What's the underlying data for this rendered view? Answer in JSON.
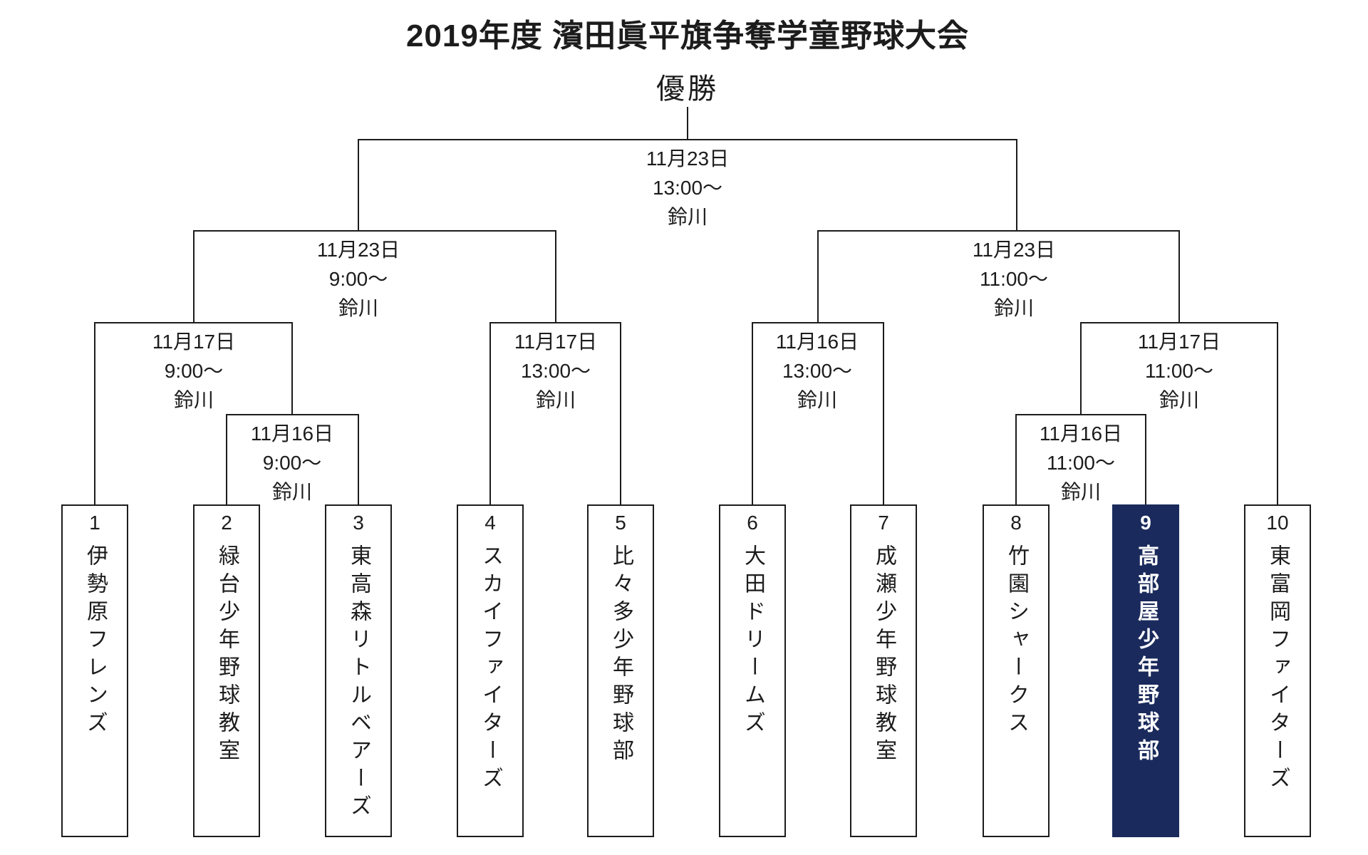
{
  "title": "2019年度 濱田眞平旗争奪学童野球大会",
  "champion_label": "優勝",
  "highlight_color": "#1a2a5c",
  "line_color": "#1c1c1c",
  "venue_common": "鈴川",
  "matches": {
    "final": {
      "date": "11月23日",
      "time": "13:00〜",
      "venue": "鈴川"
    },
    "sf_left": {
      "date": "11月23日",
      "time": "9:00〜",
      "venue": "鈴川"
    },
    "sf_right": {
      "date": "11月23日",
      "time": "11:00〜",
      "venue": "鈴川"
    },
    "qf_left": {
      "date": "11月17日",
      "time": "9:00〜",
      "venue": "鈴川"
    },
    "m45": {
      "date": "11月17日",
      "time": "13:00〜",
      "venue": "鈴川"
    },
    "m67": {
      "date": "11月16日",
      "time": "13:00〜",
      "venue": "鈴川"
    },
    "qf_right": {
      "date": "11月17日",
      "time": "11:00〜",
      "venue": "鈴川"
    },
    "m23": {
      "date": "11月16日",
      "time": "9:00〜",
      "venue": "鈴川"
    },
    "m89": {
      "date": "11月16日",
      "time": "11:00〜",
      "venue": "鈴川"
    }
  },
  "teams": [
    {
      "number": "1",
      "name": "伊勢原フレンズ"
    },
    {
      "number": "2",
      "name": "緑台少年野球教室"
    },
    {
      "number": "3",
      "name": "東高森リトルベアーズ"
    },
    {
      "number": "4",
      "name": "スカイファイターズ"
    },
    {
      "number": "5",
      "name": "比々多少年野球部"
    },
    {
      "number": "6",
      "name": "大田ドリームズ"
    },
    {
      "number": "7",
      "name": "成瀬少年野球教室"
    },
    {
      "number": "8",
      "name": "竹園シャークス"
    },
    {
      "number": "9",
      "name": "高部屋少年野球部"
    },
    {
      "number": "10",
      "name": "東富岡ファイターズ"
    }
  ]
}
